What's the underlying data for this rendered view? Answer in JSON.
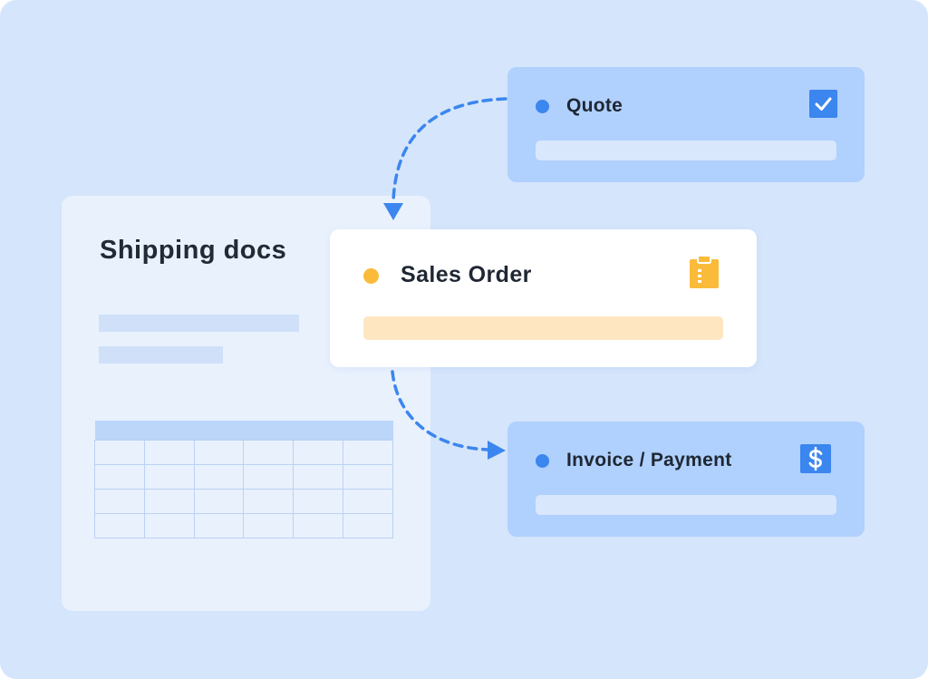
{
  "shipping_docs": {
    "title": "Shipping docs",
    "table": {
      "columns": 6,
      "rows": 4
    }
  },
  "cards": {
    "quote": {
      "label": "Quote",
      "icon": "checkbox-checked-icon"
    },
    "sales_order": {
      "label": "Sales Order",
      "icon": "clipboard-icon"
    },
    "invoice": {
      "label": "Invoice / Payment",
      "icon": "dollar-icon"
    }
  },
  "colors": {
    "background": "#d5e5fb",
    "accent_blue": "#3b86ef",
    "accent_orange": "#fbbb3a",
    "card_blue": "#b0d0fd",
    "text_dark": "#1f2733"
  }
}
